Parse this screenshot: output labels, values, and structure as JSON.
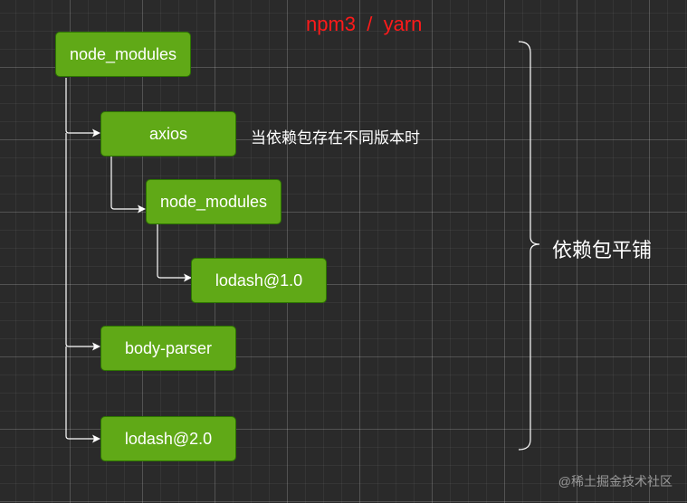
{
  "title": "npm3  /  yarn",
  "nodes": {
    "root": "node_modules",
    "axios": "axios",
    "axios_node_modules": "node_modules",
    "lodash_1": "lodash@1.0",
    "body_parser": "body-parser",
    "lodash_2": "lodash@2.0"
  },
  "note": "当依赖包存在不同版本时",
  "brace_label": "依赖包平铺",
  "watermark": "@稀土掘金技术社区",
  "colors": {
    "node_fill": "#60a917",
    "node_border": "#2d7600",
    "title": "#ff1a1a",
    "background": "#2a2a2a"
  }
}
